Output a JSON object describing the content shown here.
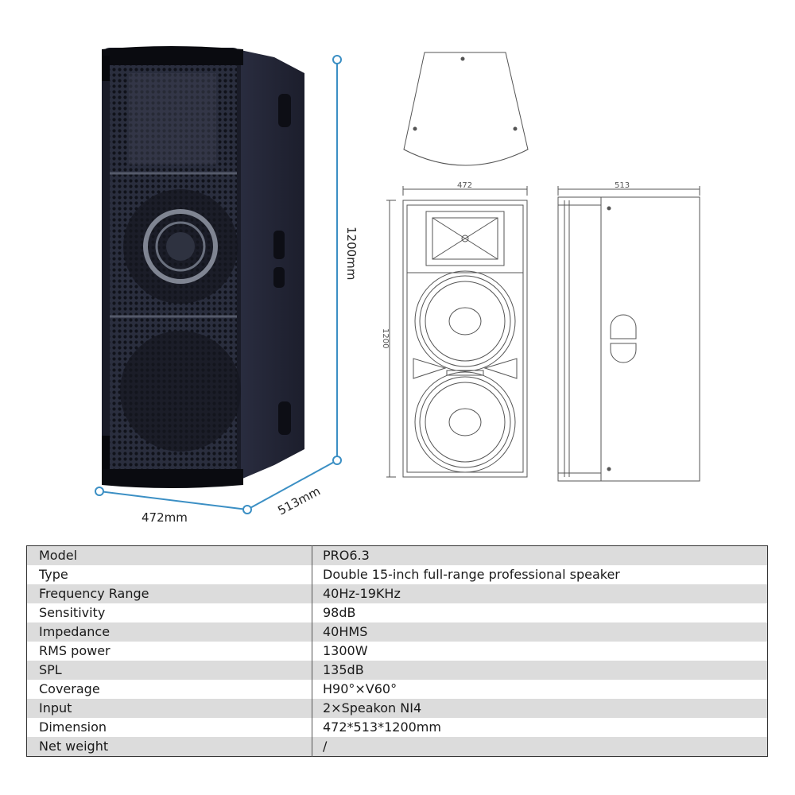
{
  "dimensions": {
    "width": "472mm",
    "depth": "513mm",
    "height": "1200mm"
  },
  "drawing_labels": {
    "front_width": "472",
    "side_depth": "513",
    "front_height": "1200"
  },
  "specs": [
    {
      "label": "Model",
      "value": "PRO6.3"
    },
    {
      "label": "Type",
      "value": "Double 15-inch full-range professional speaker"
    },
    {
      "label": "Frequency Range",
      "value": "40Hz-19KHz"
    },
    {
      "label": "Sensitivity",
      "value": "98dB"
    },
    {
      "label": "Impedance",
      "value": "40HMS"
    },
    {
      "label": "RMS power",
      "value": "1300W"
    },
    {
      "label": "SPL",
      "value": "135dB"
    },
    {
      "label": "Coverage",
      "value": "H90°×V60°"
    },
    {
      "label": "Input",
      "value": "2×Speakon NI4"
    },
    {
      "label": "Dimension",
      "value": "472*513*1200mm"
    },
    {
      "label": "Net weight",
      "value": "/"
    }
  ],
  "colors": {
    "dimension_line": "#3b8fc4",
    "cabinet": "#1f2233",
    "grille": "#2b2f40",
    "row_shade": "#dcdcdc"
  }
}
